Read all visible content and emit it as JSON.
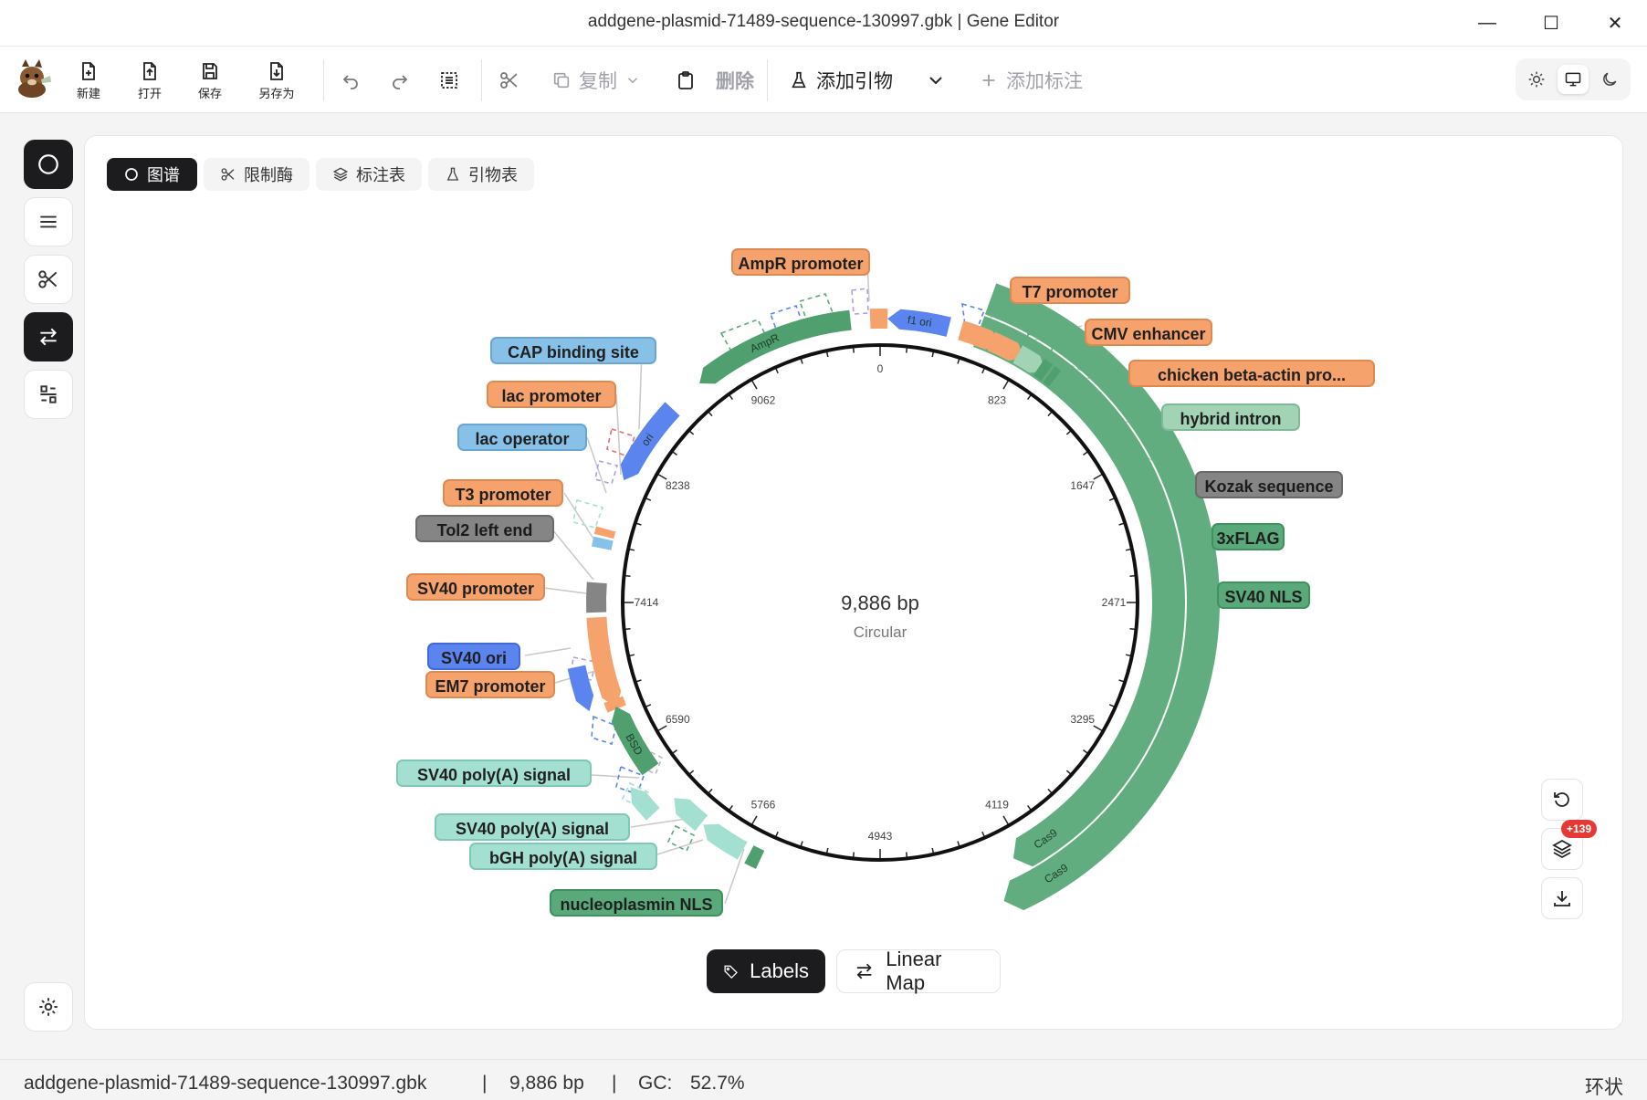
{
  "window": {
    "title": "addgene-plasmid-71489-sequence-130997.gbk | Gene Editor",
    "minimize_glyph": "—",
    "maximize_glyph": "☐",
    "close_glyph": "✕"
  },
  "toolbar": {
    "new_label": "新建",
    "open_label": "打开",
    "save_label": "保存",
    "save_as_label": "另存为",
    "copy_label": "复制",
    "delete_label": "删除",
    "add_primer_label": "添加引物",
    "add_annotation_label": "添加标注"
  },
  "tabs": [
    {
      "label": "图谱",
      "icon": "circle-icon"
    },
    {
      "label": "限制酶",
      "icon": "scissors-icon"
    },
    {
      "label": "标注表",
      "icon": "layers-icon"
    },
    {
      "label": "引物表",
      "icon": "flask-icon"
    }
  ],
  "map": {
    "center_length": "9,886 bp",
    "center_topology": "Circular",
    "total_bp": 9886,
    "ticks": [
      "0",
      "823",
      "1647",
      "2471",
      "3295",
      "4119",
      "4943",
      "5766",
      "6590",
      "7414",
      "8238",
      "9062"
    ],
    "arc_labels": {
      "ampr": "AmpR",
      "f1ori": "f1 ori",
      "ori": "ori",
      "bsd": "BSD",
      "cas9": "Cas9"
    },
    "features": [
      {
        "label": "AmpR promoter",
        "type": "promoter",
        "color": "#f5a26c"
      },
      {
        "label": "T7 promoter",
        "type": "promoter",
        "color": "#f5a26c"
      },
      {
        "label": "CMV enhancer",
        "type": "enhancer",
        "color": "#f5a26c"
      },
      {
        "label": "chicken beta-actin pro...",
        "type": "promoter",
        "color": "#f5a26c"
      },
      {
        "label": "hybrid intron",
        "type": "intron",
        "color": "#a2d3b5"
      },
      {
        "label": "Kozak sequence",
        "type": "misc",
        "color": "#858585"
      },
      {
        "label": "3xFLAG",
        "type": "tag",
        "color": "#5aa97a"
      },
      {
        "label": "SV40 NLS",
        "type": "nls",
        "color": "#5aa97a"
      },
      {
        "label": "CAP binding site",
        "type": "protein_bind",
        "color": "#88c1e8"
      },
      {
        "label": "lac promoter",
        "type": "promoter",
        "color": "#f5a26c"
      },
      {
        "label": "lac operator",
        "type": "protein_bind",
        "color": "#88c1e8"
      },
      {
        "label": "T3 promoter",
        "type": "promoter",
        "color": "#f5a26c"
      },
      {
        "label": "Tol2 left end",
        "type": "misc",
        "color": "#858585"
      },
      {
        "label": "SV40 promoter",
        "type": "promoter",
        "color": "#f5a26c"
      },
      {
        "label": "SV40 ori",
        "type": "rep_origin",
        "color": "#5b84ee"
      },
      {
        "label": "EM7 promoter",
        "type": "promoter",
        "color": "#f5a26c"
      },
      {
        "label": "SV40 poly(A) signal",
        "type": "polyA",
        "color": "#a4e0d2"
      },
      {
        "label": "SV40 poly(A) signal",
        "type": "polyA",
        "color": "#a4e0d2"
      },
      {
        "label": "bGH poly(A) signal",
        "type": "polyA",
        "color": "#a4e0d2"
      },
      {
        "label": "nucleoplasmin NLS",
        "type": "nls",
        "color": "#5aa97a"
      }
    ]
  },
  "controls": {
    "layers_badge": "+139",
    "labels_button": "Labels",
    "linear_map_button": "Linear Map"
  },
  "status": {
    "filename": "addgene-plasmid-71489-sequence-130997.gbk",
    "sep1": "|",
    "length": "9,886 bp",
    "sep2": "|",
    "gc_label": "GC:",
    "gc_value": "52.7%",
    "topology": "环状"
  }
}
